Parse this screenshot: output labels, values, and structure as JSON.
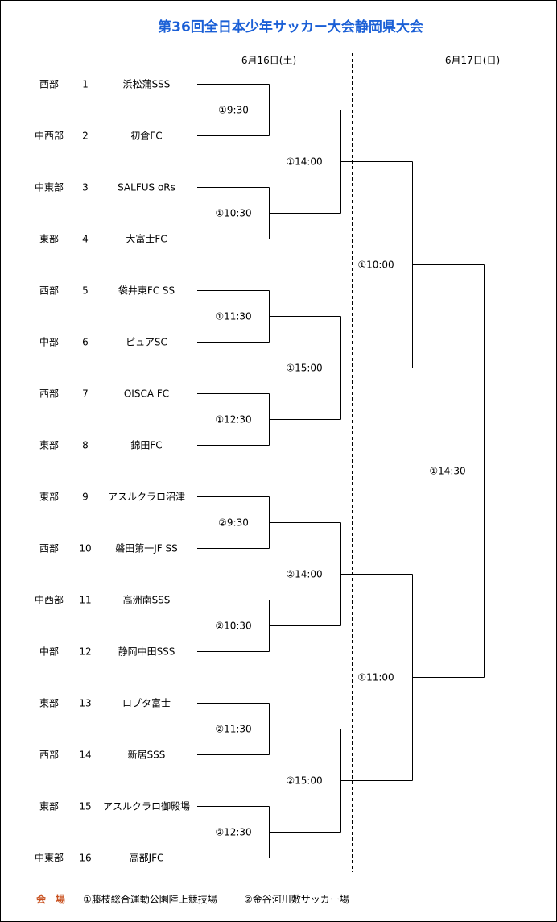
{
  "title": "第36回全日本少年サッカー大会静岡県大会",
  "dates": {
    "day1": "6月16日(土)",
    "day2": "6月17日(日)"
  },
  "teams": [
    {
      "region": "西部",
      "no": "1",
      "name": "浜松蒲SSS"
    },
    {
      "region": "中西部",
      "no": "2",
      "name": "初倉FC"
    },
    {
      "region": "中東部",
      "no": "3",
      "name": "SALFUS oRs"
    },
    {
      "region": "東部",
      "no": "4",
      "name": "大富士FC"
    },
    {
      "region": "西部",
      "no": "5",
      "name": "袋井東FC SS"
    },
    {
      "region": "中部",
      "no": "6",
      "name": "ピュアSC"
    },
    {
      "region": "西部",
      "no": "7",
      "name": "OISCA  FC"
    },
    {
      "region": "東部",
      "no": "8",
      "name": "錦田FC"
    },
    {
      "region": "東部",
      "no": "9",
      "name": "アスルクラロ沼津"
    },
    {
      "region": "西部",
      "no": "10",
      "name": "磐田第一JF SS"
    },
    {
      "region": "中西部",
      "no": "11",
      "name": "高洲南SSS"
    },
    {
      "region": "中部",
      "no": "12",
      "name": "静岡中田SSS"
    },
    {
      "region": "東部",
      "no": "13",
      "name": "ロプタ富士"
    },
    {
      "region": "西部",
      "no": "14",
      "name": "新居SSS"
    },
    {
      "region": "東部",
      "no": "15",
      "name": "アスルクラロ御殿場"
    },
    {
      "region": "中東部",
      "no": "16",
      "name": "高部JFC"
    }
  ],
  "round1": [
    "①9:30",
    "①10:30",
    "①11:30",
    "①12:30",
    "②9:30",
    "②10:30",
    "②11:30",
    "②12:30"
  ],
  "round2": [
    "①14:00",
    "①15:00",
    "②14:00",
    "②15:00"
  ],
  "semis": [
    "①10:00",
    "①11:00"
  ],
  "final": "①14:30",
  "venue": {
    "label": "会　場",
    "venue1": "①藤枝総合運動公園陸上競技場",
    "venue2": "②金谷河川敷サッカー場"
  },
  "colors": {
    "title": "#1a5fd6",
    "venue_label": "#c8501e"
  }
}
